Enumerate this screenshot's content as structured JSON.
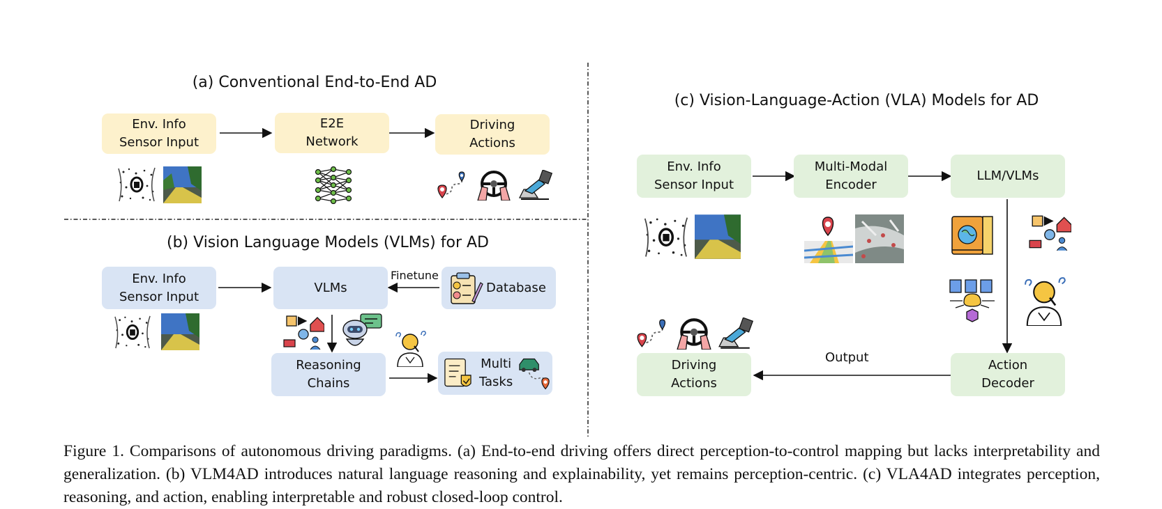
{
  "panel_a": {
    "title": "(a) Conventional End-to-End AD",
    "env_line1": "Env. Info",
    "env_line2": "Sensor Input",
    "e2e_line1": "E2E",
    "e2e_line2": "Network",
    "act_line1": "Driving",
    "act_line2": "Actions"
  },
  "panel_b": {
    "title": "(b) Vision Language Models (VLMs) for AD",
    "env_line1": "Env. Info",
    "env_line2": "Sensor Input",
    "vlms": "VLMs",
    "finetune": "Finetune",
    "database": "Database",
    "reason_line1": "Reasoning",
    "reason_line2": "Chains",
    "multi_line1": "Multi",
    "multi_line2": "Tasks"
  },
  "panel_c": {
    "title": "(c) Vision-Language-Action (VLA) Models for AD",
    "env_line1": "Env. Info",
    "env_line2": "Sensor Input",
    "enc_line1": "Multi-Modal",
    "enc_line2": "Encoder",
    "llm": "LLM/VLMs",
    "dec_line1": "Action",
    "dec_line2": "Decoder",
    "act_line1": "Driving",
    "act_line2": "Actions",
    "output": "Output"
  },
  "caption": "Figure 1. Comparisons of autonomous driving paradigms. (a) End-to-end driving offers direct perception-to-control mapping but lacks interpretability and generalization. (b) VLM4AD introduces natural language reasoning and explainability, yet remains perception-centric. (c) VLA4AD integrates perception, reasoning, and action, enabling interpretable and robust closed-loop control.",
  "colors": {
    "yellow": "#fdf1cc",
    "blue": "#d9e4f4",
    "green": "#e2f1dc"
  },
  "icons": [
    "lidar-image-icon",
    "camera-image-icon",
    "neural-network-icon",
    "route-pin-icon",
    "steering-wheel-icon",
    "pedal-icon",
    "database-icon",
    "robot-chat-icon",
    "logistics-icon",
    "thinking-person-icon",
    "multi-task-icon",
    "map-icon",
    "knowledge-book-icon",
    "ai-chip-icon"
  ]
}
